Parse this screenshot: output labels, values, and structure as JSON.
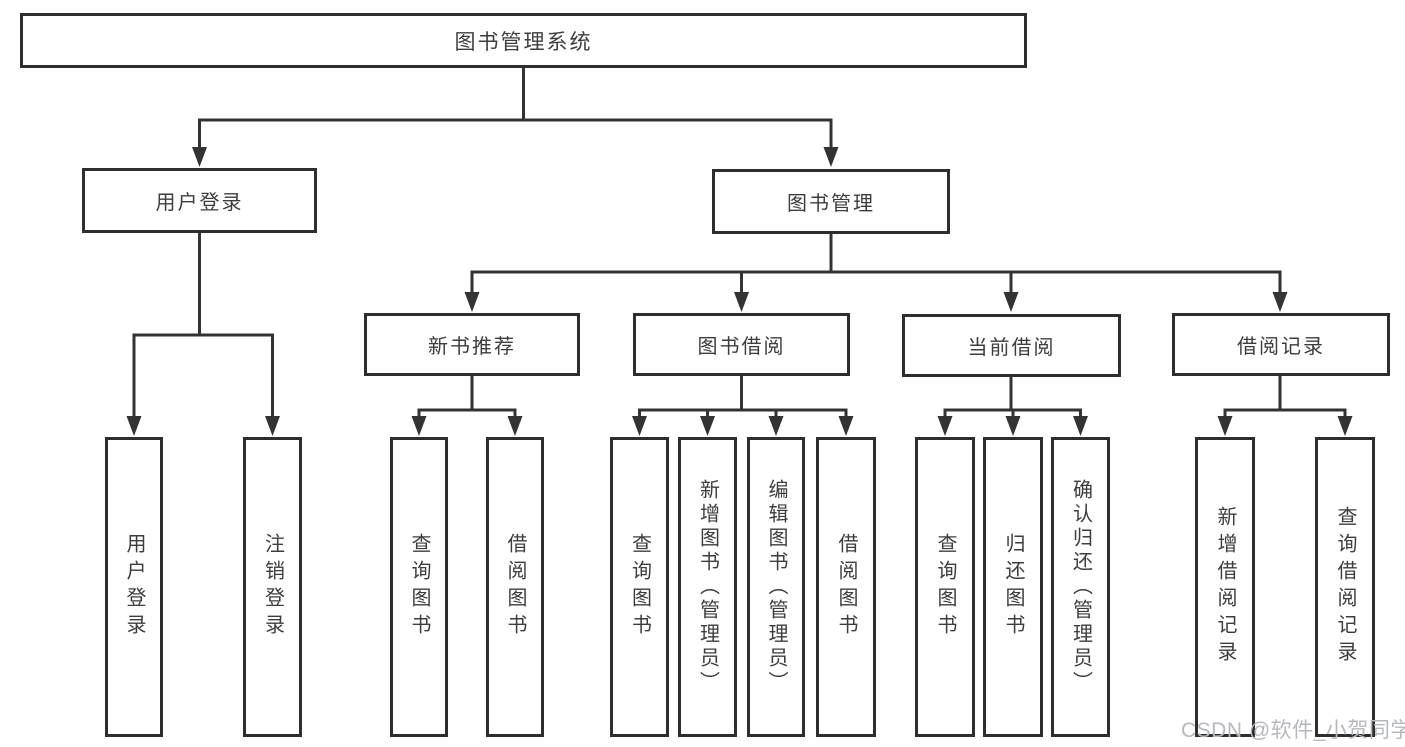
{
  "tree": {
    "root": "图书管理系统",
    "branches": [
      {
        "label": "用户登录",
        "children": [
          "用户登录",
          "注销登录"
        ]
      },
      {
        "label": "图书管理",
        "children": [
          {
            "label": "新书推荐",
            "children": [
              "查询图书",
              "借阅图书"
            ]
          },
          {
            "label": "图书借阅",
            "children": [
              "查询图书",
              "新增图书（管理员）",
              "编辑图书（管理员）",
              "借阅图书"
            ]
          },
          {
            "label": "当前借阅",
            "children": [
              "查询图书",
              "归还图书",
              "确认归还（管理员）"
            ]
          },
          {
            "label": "借阅记录",
            "children": [
              "新增借阅记录",
              "查询借阅记录"
            ]
          }
        ]
      }
    ]
  },
  "watermark": "CSDN @软件_小贺同学",
  "colors": {
    "line": "#333333",
    "box_border": "#2e2e2e",
    "box_fill": "#ffffff",
    "text": "#3d3d3d",
    "watermark": "#b5b8bd"
  }
}
